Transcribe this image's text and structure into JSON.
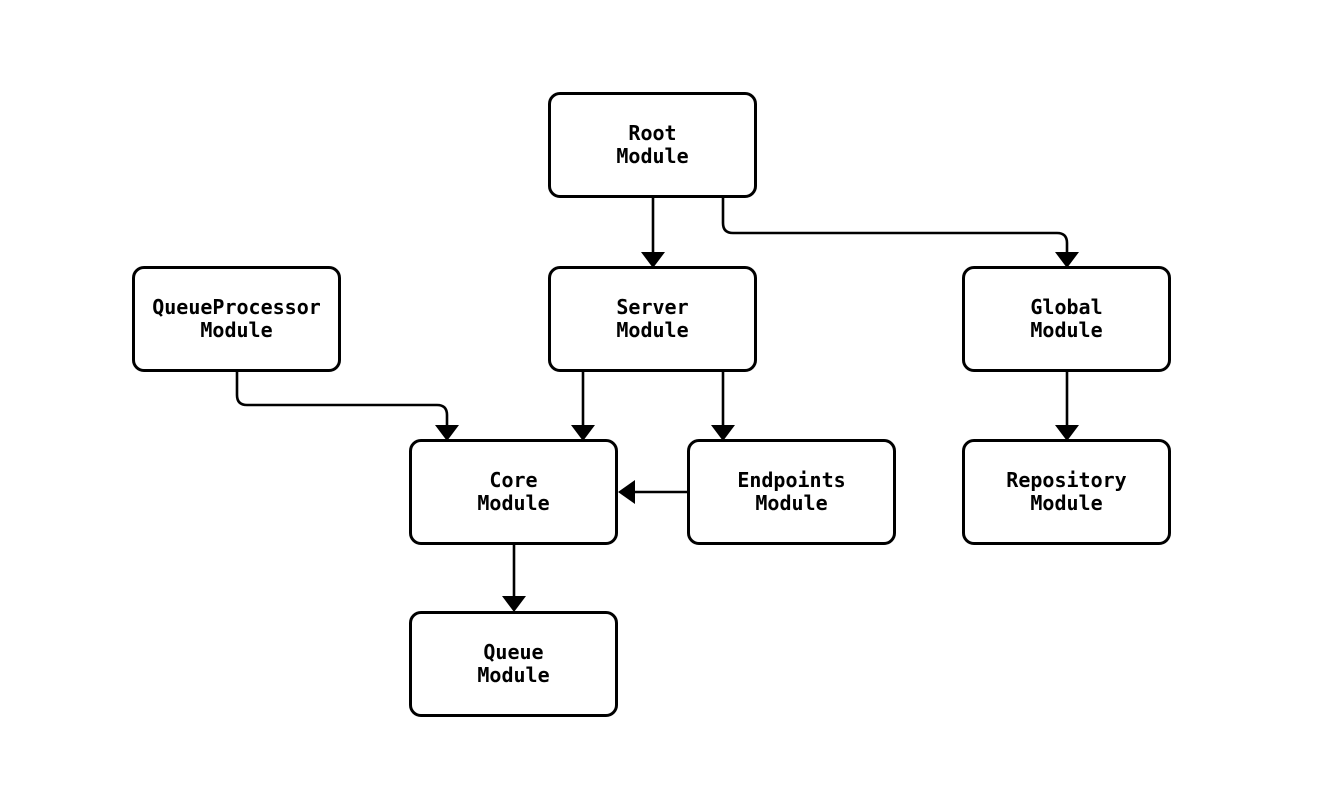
{
  "diagram": {
    "type": "flowchart",
    "background_color": "#ffffff",
    "node_fill_color": "#ffffff",
    "stroke_color": "#000000",
    "text_color": "#000000",
    "nodes": {
      "root": {
        "label": "Root\nModule"
      },
      "queueprocessor": {
        "label": "QueueProcessor\nModule"
      },
      "server": {
        "label": "Server\nModule"
      },
      "global": {
        "label": "Global\nModule"
      },
      "core": {
        "label": "Core\nModule"
      },
      "endpoints": {
        "label": "Endpoints\nModule"
      },
      "repository": {
        "label": "Repository\nModule"
      },
      "queue": {
        "label": "Queue\nModule"
      }
    },
    "edges": [
      {
        "from": "Root Module",
        "to": "Server Module",
        "label": "Root Module → Server Module"
      },
      {
        "from": "Root Module",
        "to": "Global Module",
        "label": "Root Module → Global Module"
      },
      {
        "from": "QueueProcessor Module",
        "to": "Core Module",
        "label": "QueueProcessor Module → Core Module"
      },
      {
        "from": "Server Module",
        "to": "Core Module",
        "label": "Server Module → Core Module"
      },
      {
        "from": "Server Module",
        "to": "Endpoints Module",
        "label": "Server Module → Endpoints Module"
      },
      {
        "from": "Global Module",
        "to": "Repository Module",
        "label": "Global Module → Repository Module"
      },
      {
        "from": "Endpoints Module",
        "to": "Core Module",
        "label": "Endpoints Module → Core Module"
      },
      {
        "from": "Core Module",
        "to": "Queue Module",
        "label": "Core Module → Queue Module"
      }
    ]
  }
}
